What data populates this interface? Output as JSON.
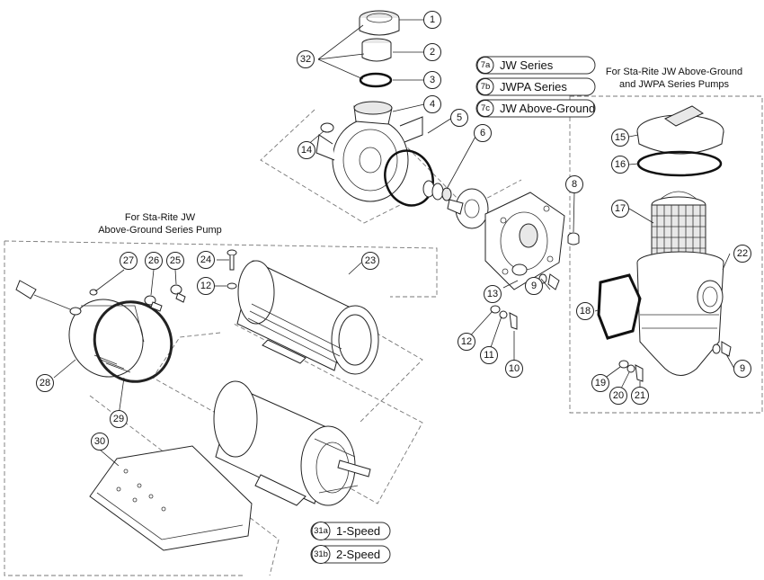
{
  "notes": {
    "left_line1": "For Sta-Rite JW",
    "left_line2": "Above-Ground Series Pump",
    "right_line1": "For Sta-Rite JW Above-Ground",
    "right_line2": "and JWPA Series Pumps"
  },
  "series_labels": [
    {
      "code": "7a",
      "text": "JW Series"
    },
    {
      "code": "7b",
      "text": "JWPA Series"
    },
    {
      "code": "7c",
      "text": "JW Above-Ground"
    }
  ],
  "motor_labels": [
    {
      "code": "31a",
      "text": "1-Speed"
    },
    {
      "code": "31b",
      "text": "2-Speed"
    }
  ],
  "callouts": [
    "1",
    "2",
    "3",
    "4",
    "5",
    "6",
    "8",
    "9",
    "9",
    "10",
    "11",
    "12",
    "12",
    "13",
    "14",
    "15",
    "16",
    "17",
    "18",
    "19",
    "20",
    "21",
    "22",
    "23",
    "24",
    "25",
    "26",
    "27",
    "28",
    "29",
    "30",
    "32"
  ]
}
